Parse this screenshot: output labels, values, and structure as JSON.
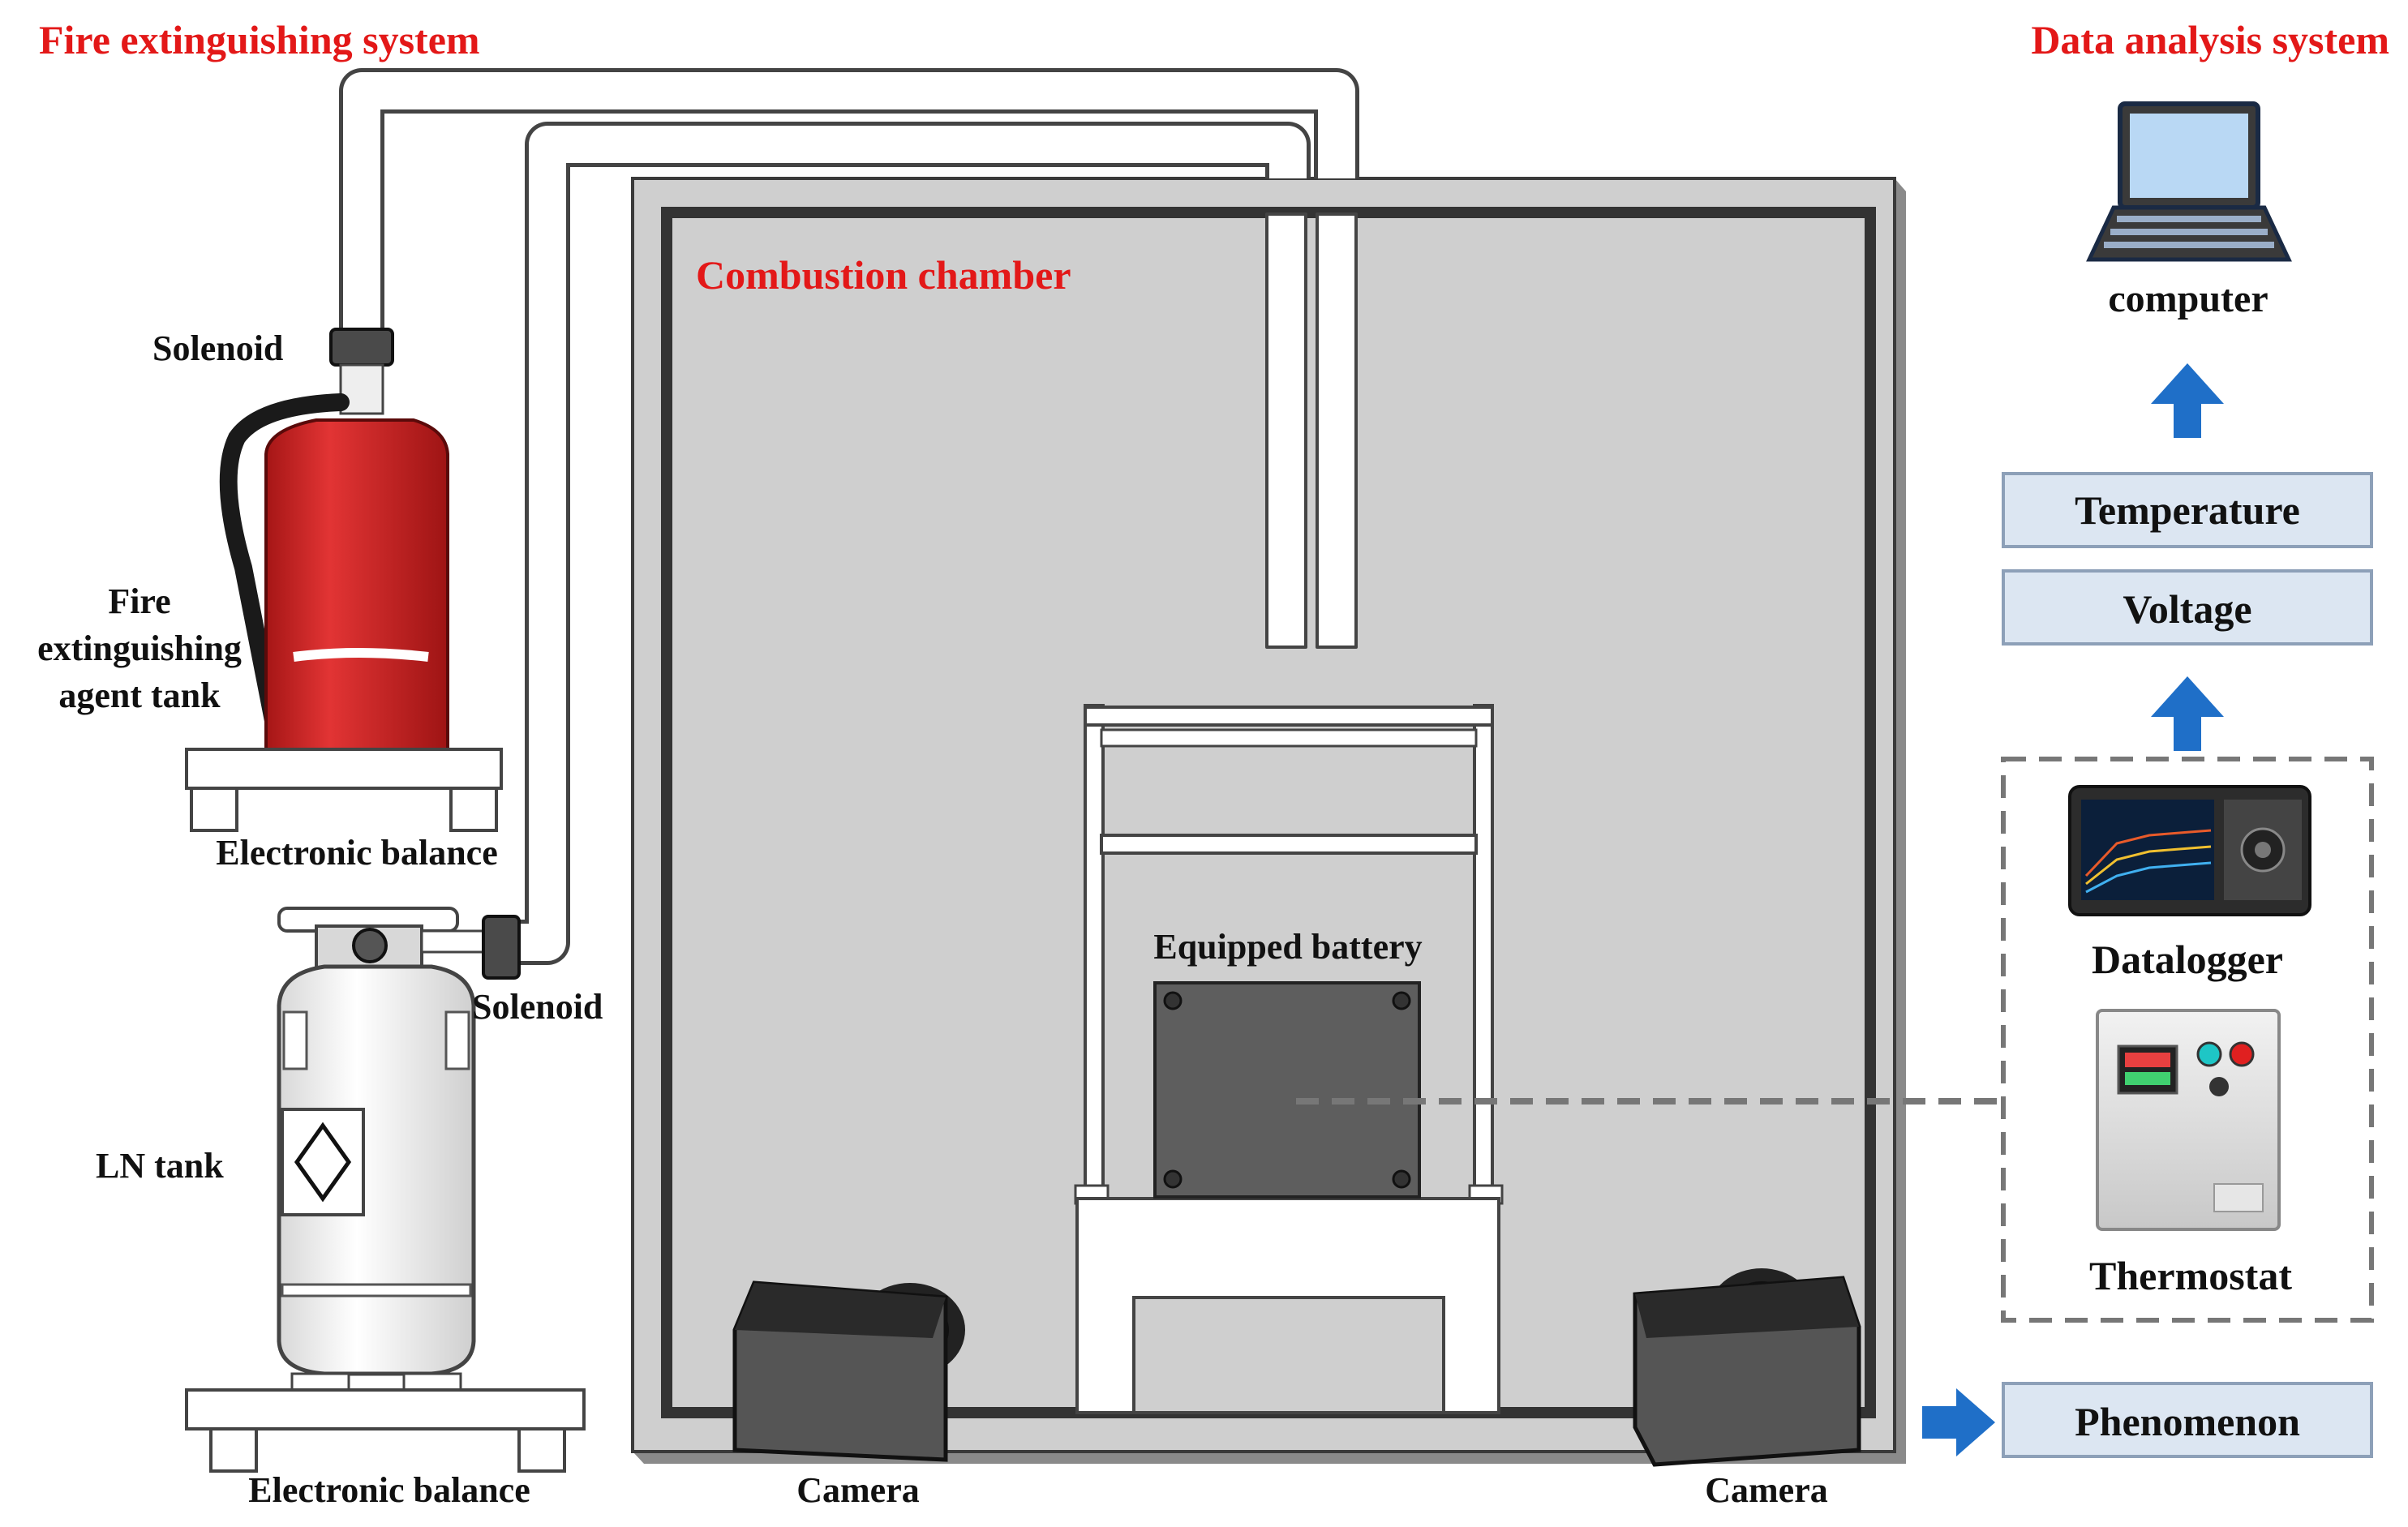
{
  "labels": {
    "fire_system": "Fire extinguishing system",
    "data_system": "Data analysis system",
    "combustion_chamber": "Combustion chamber",
    "solenoid_top": "Solenoid",
    "solenoid_bottom": "Solenoid",
    "fire_tank_line1": "Fire",
    "fire_tank_line2": "extinguishing",
    "fire_tank_line3": "agent tank",
    "balance_top": "Electronic balance",
    "balance_bottom": "Electronic balance",
    "ln_tank": "LN tank",
    "equipped_battery": "Equipped battery",
    "camera_left": "Camera",
    "camera_right": "Camera",
    "computer": "computer",
    "temperature": "Temperature",
    "voltage": "Voltage",
    "datalogger": "Datalogger",
    "thermostat": "Thermostat",
    "phenomenon": "Phenomenon"
  },
  "colors": {
    "title_red": "#e31818",
    "label_black": "#111111",
    "chamber_fill": "#cfcfcf",
    "chamber_border": "#333333",
    "box_fill": "#dce6f2",
    "box_border": "#8da0b8",
    "arrow_blue": "#1f6fc8",
    "extinguisher_red": "#d42a2a",
    "dark_gray": "#5e5e5e",
    "pipe_white": "#ffffff"
  },
  "icons": {
    "computer": "laptop-icon",
    "datalogger": "datalogger-icon",
    "thermostat": "thermostat-icon",
    "arrows": "arrow-up-icon",
    "phenomenon_arrow": "arrow-right-icon"
  }
}
